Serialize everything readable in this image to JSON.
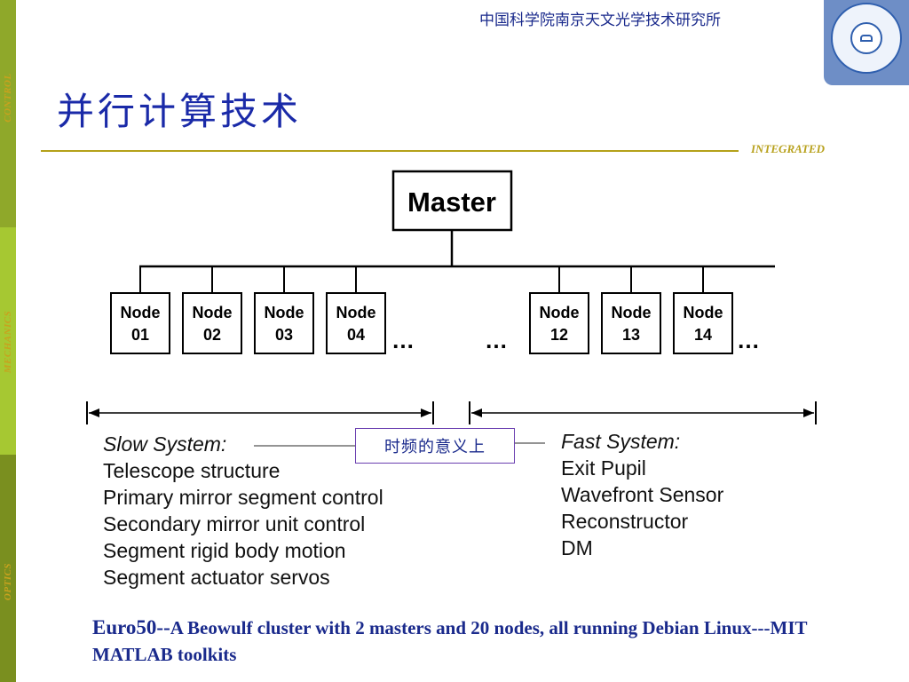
{
  "sidebar": {
    "labels": [
      "CONTROL",
      "MECHANICS",
      "OPTICS"
    ]
  },
  "header": {
    "institution": "中国科学院南京天文光学技术研究所",
    "title": "并行计算技术",
    "integrated": "INTEGRATED"
  },
  "diagram": {
    "master": "Master",
    "node_word": "Node",
    "nodes_left": [
      "01",
      "02",
      "03",
      "04"
    ],
    "nodes_right": [
      "12",
      "13",
      "14"
    ],
    "ellipsis": "…",
    "timefreq_label": "时频的意义上"
  },
  "slow_system": {
    "heading": "Slow System:",
    "items": [
      "Telescope structure",
      "Primary mirror segment control",
      "Secondary mirror unit control",
      "Segment rigid body motion",
      "Segment actuator servos"
    ]
  },
  "fast_system": {
    "heading": "Fast System:",
    "items": [
      "Exit Pupil",
      "Wavefront Sensor",
      "Reconstructor",
      "DM"
    ]
  },
  "caption": {
    "lead": "Euro50--",
    "text": "A Beowulf cluster with 2 masters and 20 nodes, all running Debian Linux---MIT MATLAB toolkits"
  },
  "colors": {
    "title_blue": "#1a2aa8",
    "rule_gold": "#b4a11a",
    "sidebar_green": "#8fa82a",
    "box_purple": "#6a3fb0"
  }
}
